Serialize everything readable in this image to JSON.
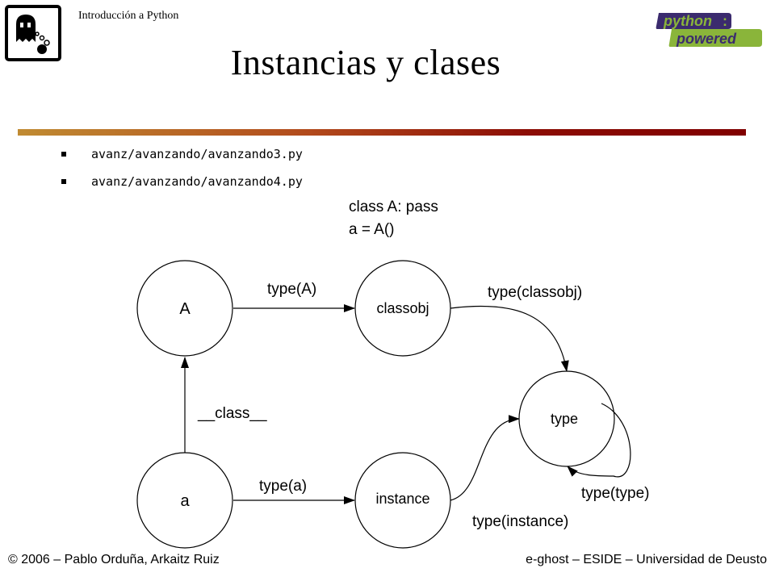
{
  "header": {
    "course": "Introducción a Python",
    "badge": {
      "line1": "python",
      "line2": "powered",
      "colors": {
        "green": "#8ab53a",
        "purple": "#3b2b6e"
      }
    }
  },
  "title": "Instancias y clases",
  "bullets": [
    "avanz/avanzando/avanzando3.py",
    "avanz/avanzando/avanzando4.py"
  ],
  "diagram": {
    "code": [
      "class A: pass",
      "a = A()"
    ],
    "nodes": {
      "A": "A",
      "classobj": "classobj",
      "type": "type",
      "a": "a",
      "instance": "instance"
    },
    "edges": {
      "type_A": "type(A)",
      "type_classobj": "type(classobj)",
      "class_attr": "__class__",
      "type_a": "type(a)",
      "type_instance": "type(instance)",
      "type_type": "type(type)"
    }
  },
  "footer": {
    "left": "© 2006 – Pablo Orduña, Arkaitz Ruiz",
    "right": "e-ghost – ESIDE – Universidad de Deusto"
  }
}
